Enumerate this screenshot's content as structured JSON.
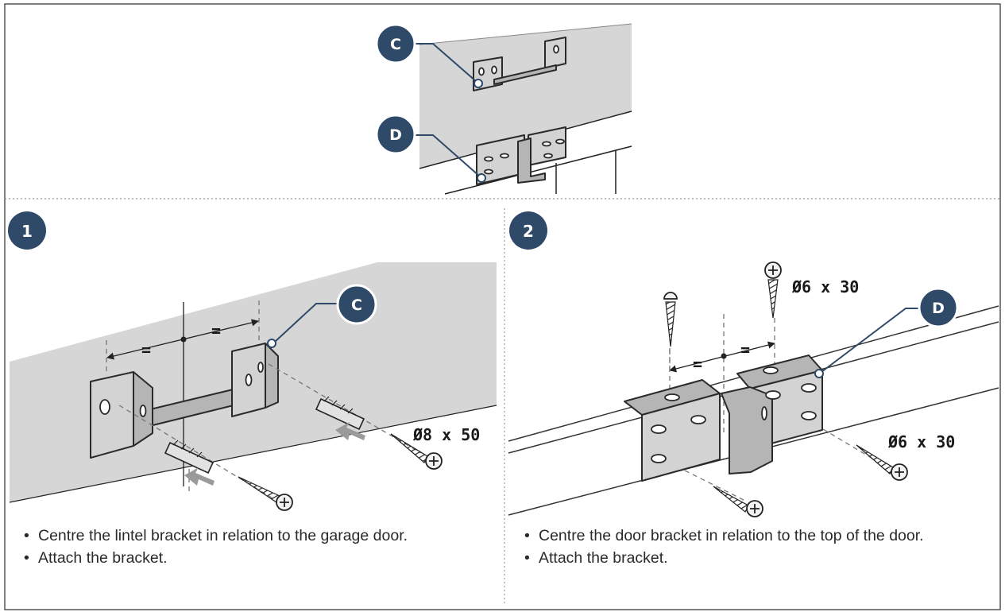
{
  "top_panel": {
    "callouts": [
      "C",
      "D"
    ]
  },
  "steps": [
    {
      "number": "1",
      "callout": "C",
      "equal_marks": [
        "=",
        "="
      ],
      "screw_label": "Ø8 x 50",
      "instructions": [
        "Centre the lintel bracket in relation to the garage door.",
        "Attach the bracket."
      ]
    },
    {
      "number": "2",
      "callout": "D",
      "equal_marks": [
        "=",
        "="
      ],
      "screw_label_top": "Ø6 x 30",
      "screw_label_side": "Ø6 x 30",
      "instructions": [
        "Centre the door bracket in relation to the top of the door.",
        "Attach the bracket."
      ]
    }
  ],
  "bullet_glyph": "•",
  "colors": {
    "badge": "#2f4a68",
    "wall": "#d6d6d6",
    "metal": "#d3d3d3",
    "frame": "#555555"
  }
}
